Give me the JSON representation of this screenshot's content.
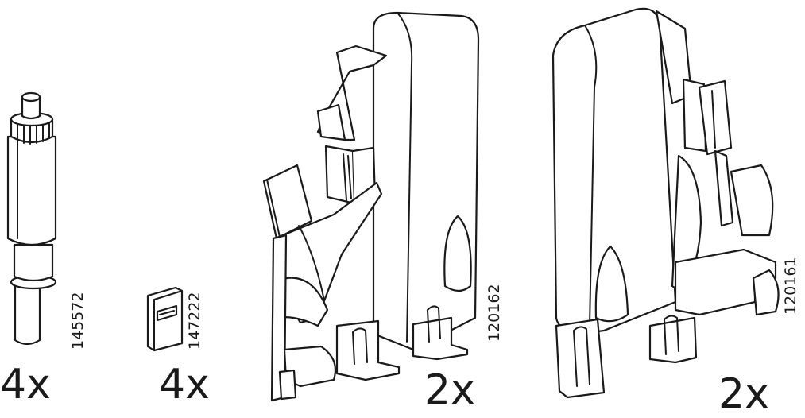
{
  "parts": [
    {
      "id": "145572",
      "quantity": "4x",
      "icon": "dowel-pin-icon"
    },
    {
      "id": "147222",
      "quantity": "4x",
      "icon": "small-clip-icon"
    },
    {
      "id": "120162",
      "quantity": "2x",
      "icon": "hinge-bracket-left-icon"
    },
    {
      "id": "120161",
      "quantity": "2x",
      "icon": "hinge-bracket-right-icon"
    }
  ],
  "colors": {
    "line": "#1a1a1a",
    "background": "#ffffff"
  }
}
